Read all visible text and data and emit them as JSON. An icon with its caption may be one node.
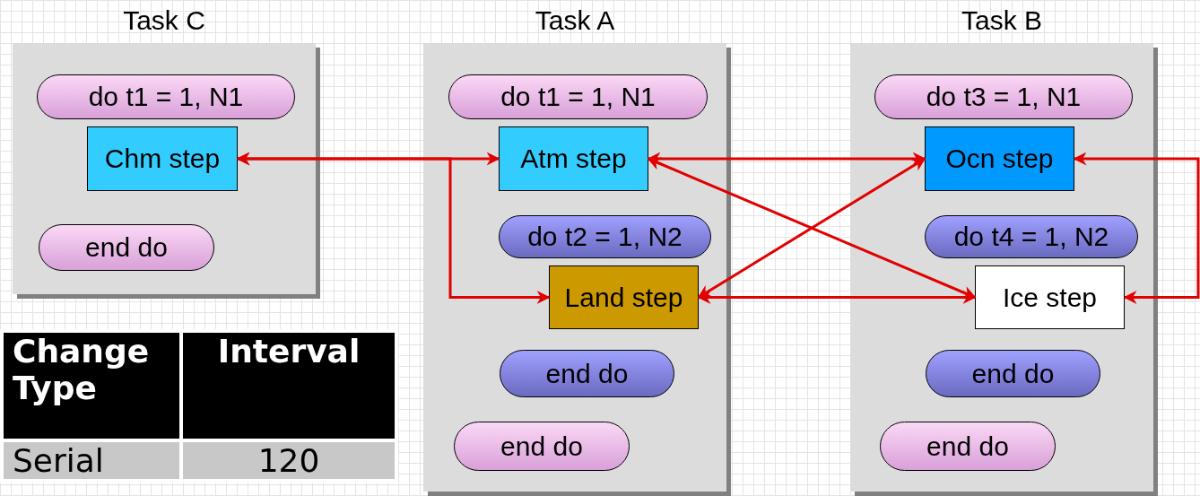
{
  "diagram": {
    "nodes": [
      {
        "text": [
          "Task C"
        ]
      },
      {
        "text": [
          "do t1 = 1, N1"
        ],
        "in": 0
      },
      {
        "text": [
          "Chm step"
        ],
        "in": 0
      },
      {
        "text": [
          "end do"
        ],
        "in": 0
      },
      {
        "text": [
          "Task A"
        ]
      },
      {
        "text": [
          "do t1 = 1, N1"
        ],
        "in": 4
      },
      {
        "text": [
          "Atm step"
        ],
        "in": 4
      },
      {
        "text": [
          "do t2 = 1, N2"
        ],
        "in": 4
      },
      {
        "text": [
          "Land step"
        ],
        "in": 4
      },
      {
        "text": [
          "end do"
        ],
        "in": 4
      },
      {
        "text": [
          "end do"
        ],
        "in": 4
      },
      {
        "text": [
          "Task B"
        ]
      },
      {
        "text": [
          "do t3 = 1, N1"
        ],
        "in": 11
      },
      {
        "text": [
          "Ocn step"
        ],
        "in": 11
      },
      {
        "text": [
          "do t4 = 1, N2"
        ],
        "in": 11
      },
      {
        "text": [
          "Ice step"
        ],
        "in": 11
      },
      {
        "text": [
          "end do"
        ],
        "in": 11
      },
      {
        "text": [
          "end do"
        ],
        "in": 11
      }
    ],
    "edges": [
      {
        "from": 2,
        "to": 6,
        "arrow": "both"
      },
      {
        "from": 2,
        "to": 8,
        "arrow": "both"
      },
      {
        "from": 6,
        "to": 13,
        "arrow": "both"
      },
      {
        "from": 6,
        "to": 15,
        "arrow": "both"
      },
      {
        "from": 8,
        "to": 13,
        "arrow": "both"
      },
      {
        "from": 8,
        "to": 15,
        "arrow": "both"
      },
      {
        "from": 13,
        "to": 15,
        "arrow": "both"
      }
    ],
    "labels": [
      "Change Type",
      "Interval",
      "Serial",
      "120"
    ]
  }
}
